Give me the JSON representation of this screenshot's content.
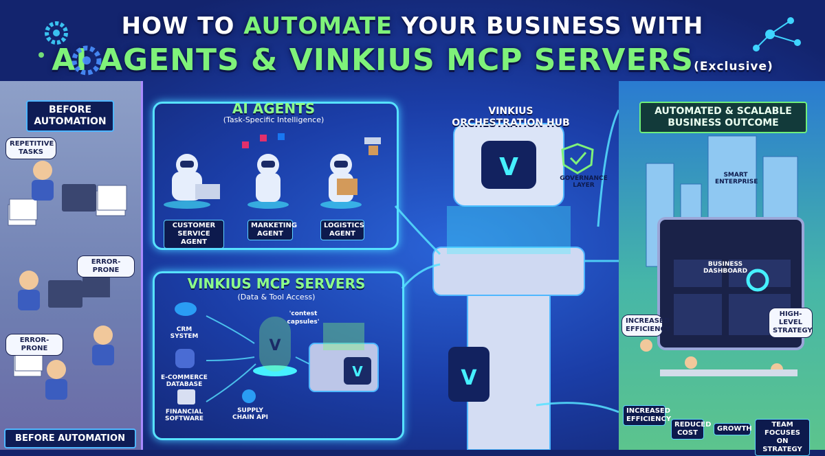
{
  "title": {
    "line1_white": "HOW TO",
    "line1_green": "AUTOMATE",
    "line1_rest": "YOUR BUSINESS WITH",
    "line2_green": "AI AGENTS & VINKIUS MCP SERVERS",
    "line2_small": "(Exclusive)"
  },
  "before": {
    "header": "BEFORE AUTOMATION",
    "notes": [
      "REPETITIVE TASKS",
      "ERROR-PRONE",
      "ERROR-PRONE"
    ],
    "footer": "BEFORE AUTOMATION"
  },
  "agents": {
    "title": "AI AGENTS",
    "subtitle": "(Task-Specific Intelligence)",
    "items": [
      "CUSTOMER SERVICE AGENT",
      "MARKETING AGENT",
      "LOGISTICS AGENT"
    ]
  },
  "mcp": {
    "title": "VINKIUS MCP SERVERS",
    "subtitle": "(Data & Tool Access)",
    "capsule_note": "'contest capsules'",
    "sources": [
      "CRM SYSTEM",
      "E-COMMERCE DATABASE",
      "FINANCIAL SOFTWARE",
      "SUPPLY CHAIN API"
    ]
  },
  "hub": {
    "title": "VINKIUS ORCHESTRATION HUB",
    "governance": "GOVERNANCE LAYER"
  },
  "outcome": {
    "header": "AUTOMATED & SCALABLE BUSINESS OUTCOME",
    "building": "SMART ENTERPRISE",
    "dashboard": "BUSINESS DASHBOARD",
    "notes": [
      "INCREASED EFFICIENCY",
      "HIGH-LEVEL STRATEGY"
    ],
    "badges": [
      "INCREASED EFFICIENCY",
      "REDUCED COST",
      "GROWTH",
      "TEAM FOCUSES ON STRATEGY"
    ]
  },
  "colors": {
    "accent_green": "#7ff27a",
    "glow_cyan": "#57e2ff",
    "navy": "#13246e"
  }
}
